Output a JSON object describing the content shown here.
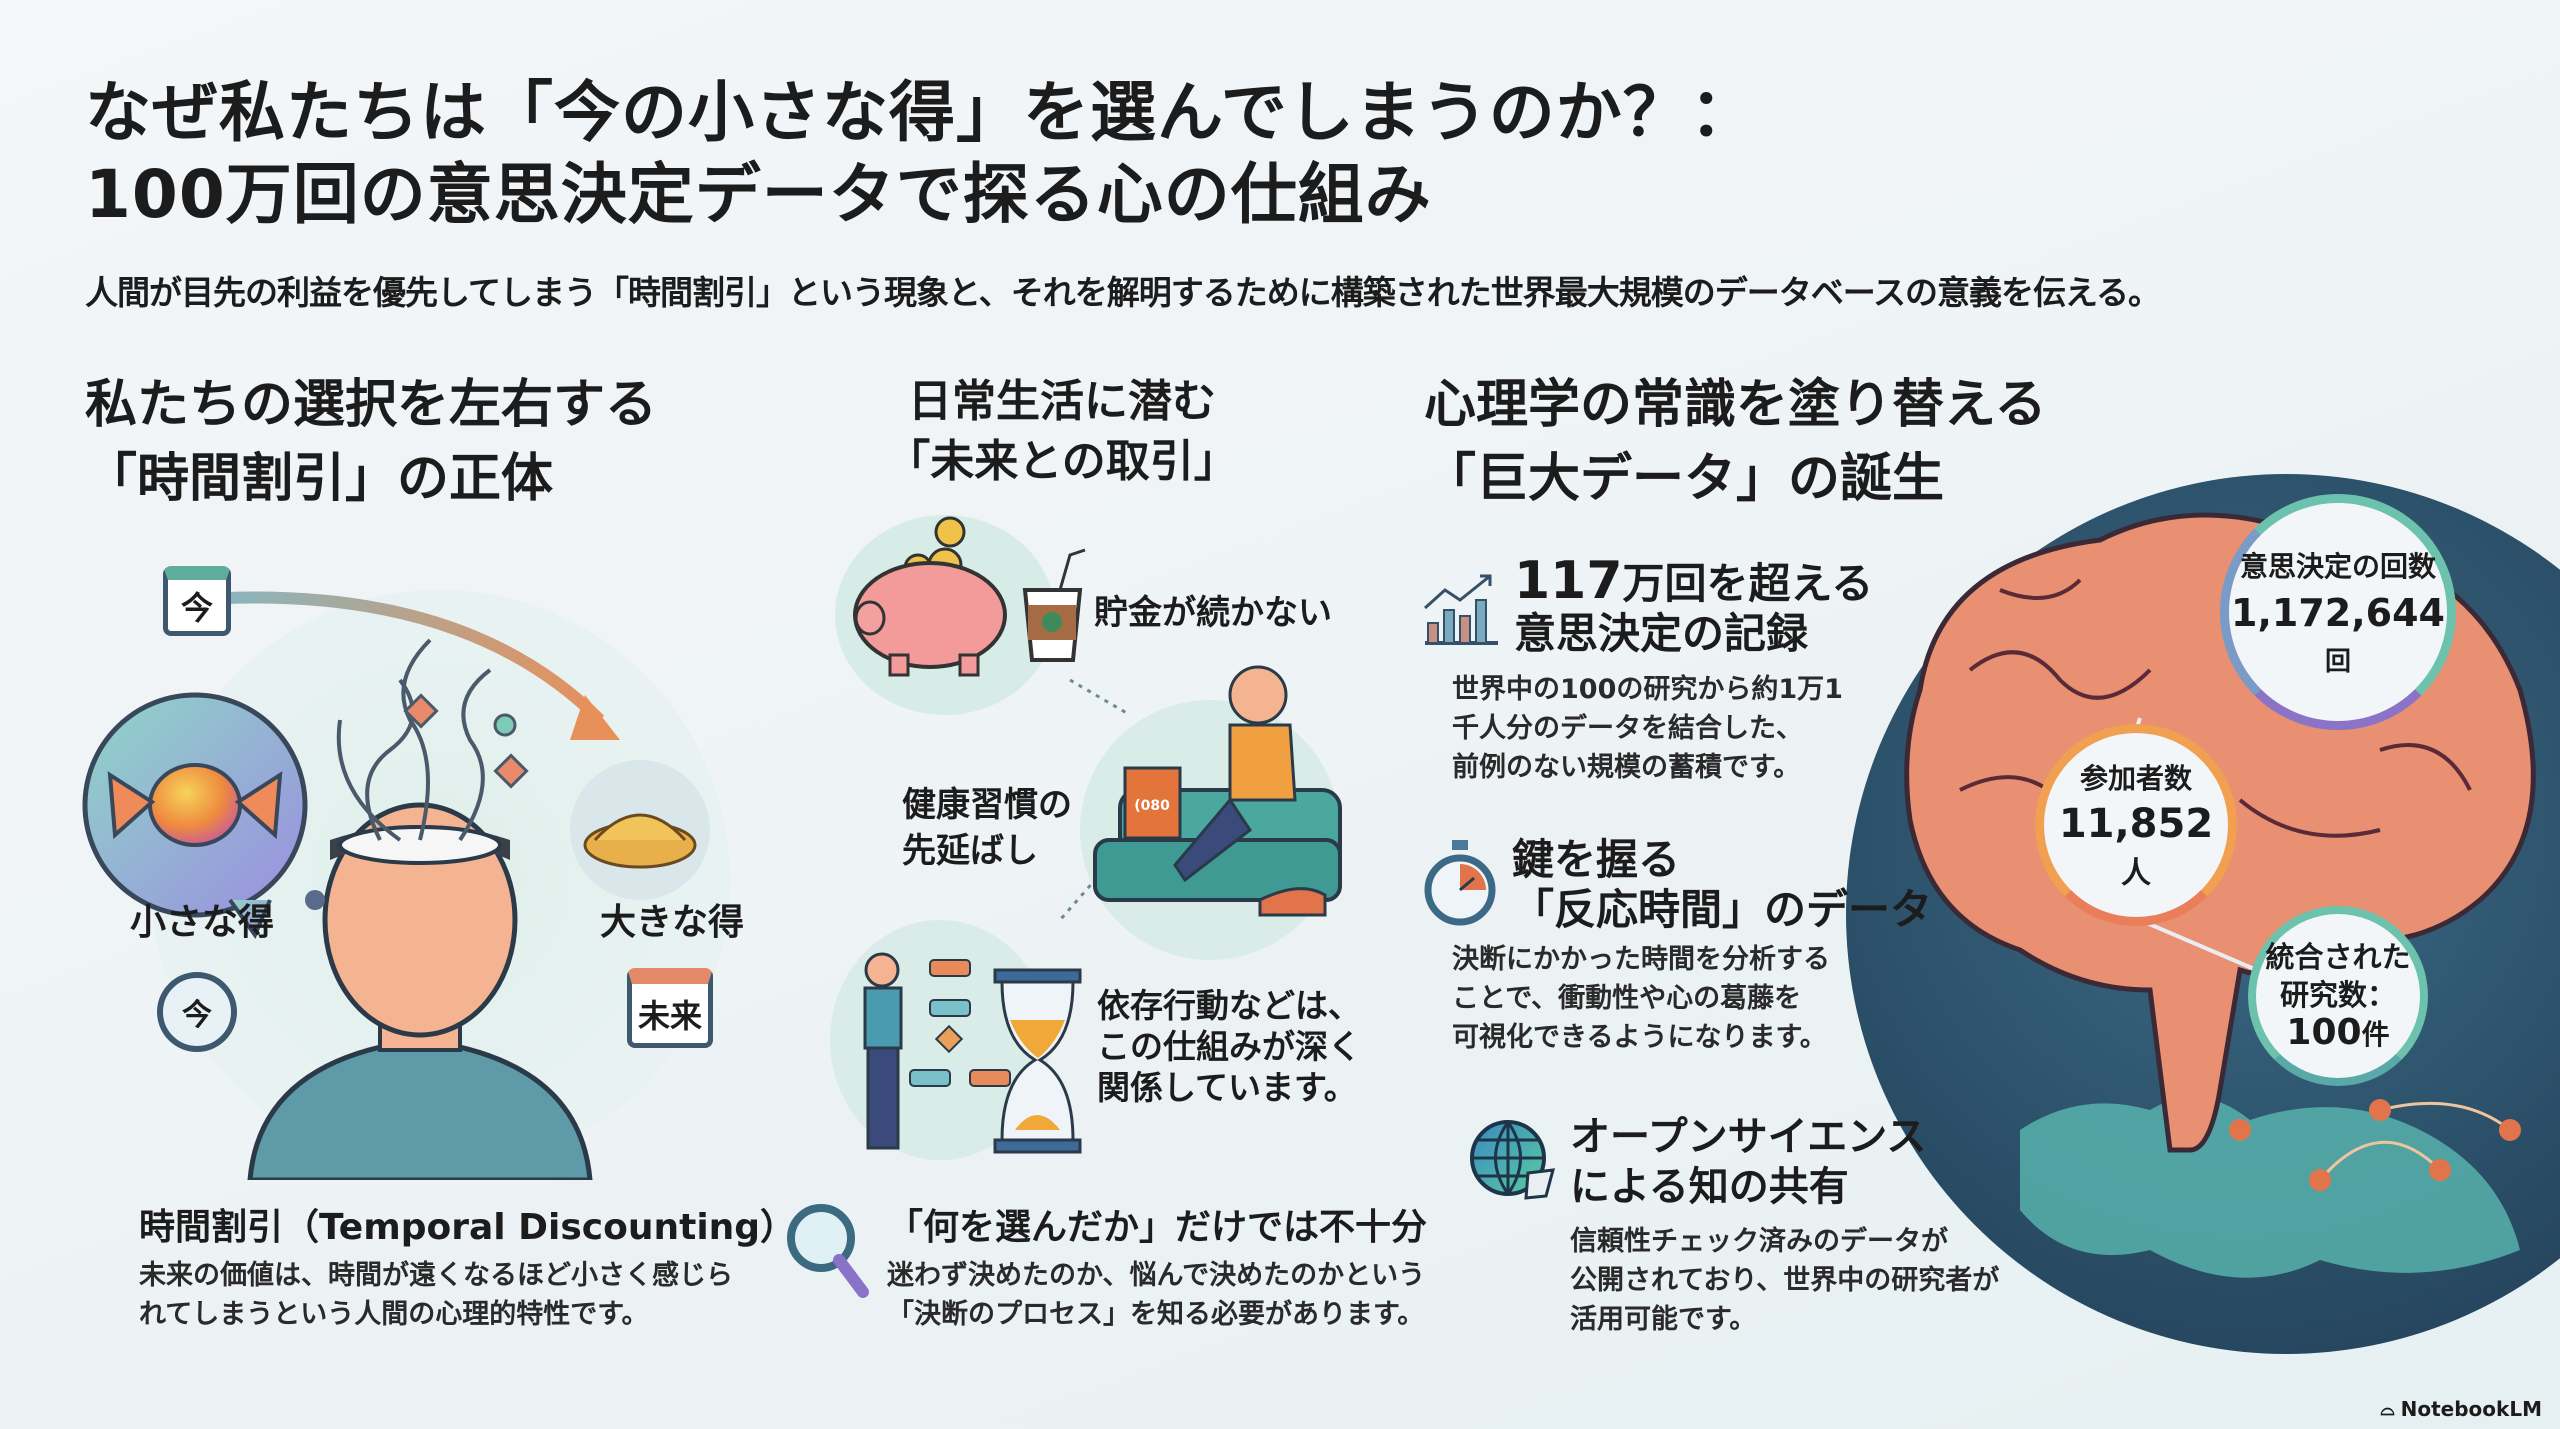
{
  "header": {
    "title_line1": "なぜ私たちは「今の小さな得」を選んでしまうのか？：",
    "title_line2": "100万回の意思決定データで探る心の仕組み",
    "subtitle": "人間が目先の利益を優先してしまう「時間割引」という現象と、それを解明するために構築された世界最大規模のデータベースの意義を伝える。"
  },
  "left": {
    "heading_line1": "私たちの選択を左右する",
    "heading_line2": "「時間割引」の正体",
    "icon_now_calendar": "今",
    "small_gain": "小さな得",
    "big_gain": "大きな得",
    "icon_now_timer": "今",
    "icon_future_calendar": "未来",
    "term_title": "時間割引（Temporal Discounting）",
    "term_body_1": "未来の価値は、時間が遠くなるほど小さく感じら",
    "term_body_2": "れてしまうという人間の心理的特性です。"
  },
  "middle": {
    "heading_line1": "日常生活に潜む",
    "heading_line2": "「未来との取引」",
    "item1": "貯金が続かない",
    "item2_line1": "健康習慣の",
    "item2_line2": "先延ばし",
    "item3_line1": "依存行動などは、",
    "item3_line2": "この仕組みが深く",
    "item3_line3": "関係しています。",
    "chips_label": "(080",
    "process_title": "「何を選んだか」だけでは不十分",
    "process_body_1": "迷わず決めたのか、悩んで決めたのかという",
    "process_body_2": "「決断のプロセス」を知る必要があります。"
  },
  "right": {
    "heading_line1": "心理学の常識を塗り替える",
    "heading_line2": "「巨大データ」の誕生",
    "record_title_num": "117",
    "record_title_rest": "万回を超える",
    "record_title_line2": "意思決定の記録",
    "record_body_1": "世界中の100の研究から約1万1",
    "record_body_2": "千人分のデータを結合した、",
    "record_body_3": "前例のない規模の蓄積です。",
    "rt_title_line1": "鍵を握る",
    "rt_title_line2": "「反応時間」のデータ",
    "rt_body_1": "決断にかかった時間を分析する",
    "rt_body_2": "ことで、衝動性や心の葛藤を",
    "rt_body_3": "可視化できるようになります。",
    "open_title_line1": "オープンサイエンス",
    "open_title_line2": "による知の共有",
    "open_body_1": "信頼性チェック済みのデータが",
    "open_body_2": "公開されており、世界中の研究者が",
    "open_body_3": "活用可能です。",
    "stats": {
      "decisions_label": "意思決定の回数",
      "decisions_value": "1,172,644",
      "decisions_unit": "回",
      "participants_label": "参加者数",
      "participants_value": "11,852",
      "participants_unit": "人",
      "studies_label_1": "統合された",
      "studies_label_2": "研究数：",
      "studies_value": "100",
      "studies_unit": "件"
    }
  },
  "footer": {
    "brand": "NotebookLM"
  },
  "colors": {
    "dark_circle": "#2d5570",
    "brain": "#e98f72",
    "teal": "#5cc0a8",
    "purple": "#8b74c8",
    "orange": "#ee9a50"
  }
}
